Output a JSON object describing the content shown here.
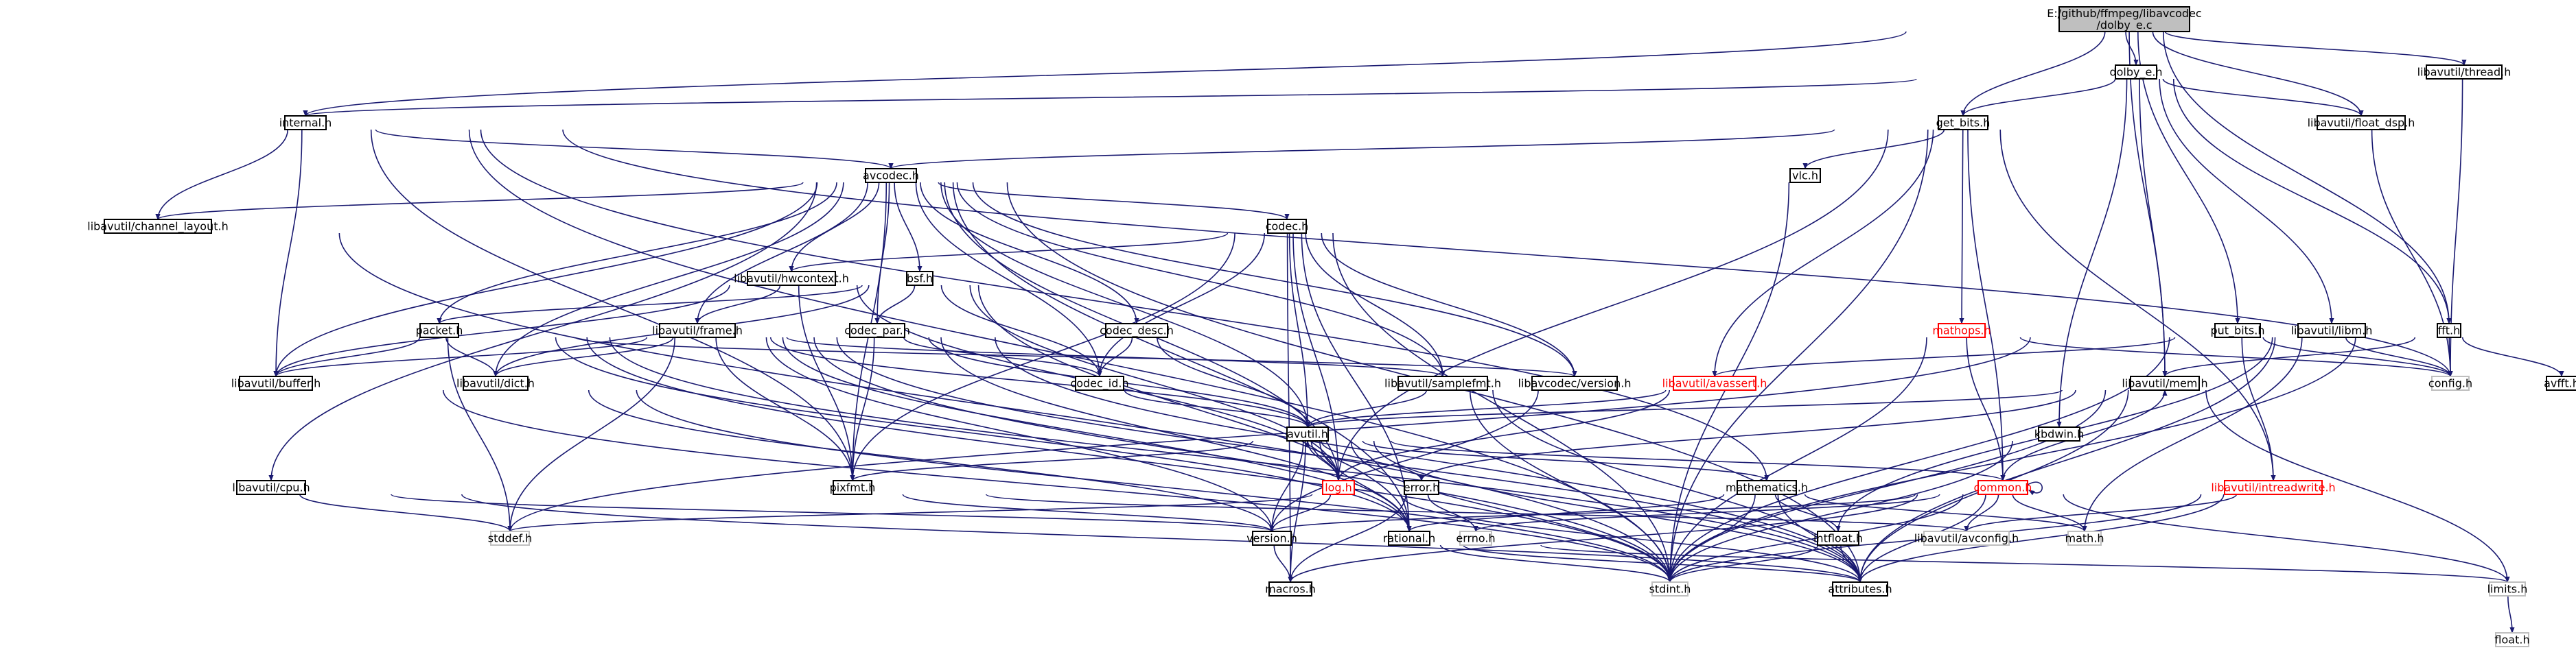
{
  "colors": {
    "edge": "#191970",
    "node_border": "#000000",
    "root_fill": "#bfbfbf",
    "ext_border": "#bfbfbf",
    "red_border": "#ff0000",
    "red_text": "#ff0000",
    "text": "#000000"
  },
  "nodes": [
    {
      "id": "root",
      "label": "E:/github/ffmpeg/libavcodec\n/dolby_e.c",
      "kind": "root"
    },
    {
      "id": "dolby_e_h",
      "label": "dolby_e.h",
      "kind": "normal"
    },
    {
      "id": "thread_h",
      "label": "libavutil/thread.h",
      "kind": "normal"
    },
    {
      "id": "internal_h",
      "label": "internal.h",
      "kind": "normal"
    },
    {
      "id": "get_bits_h",
      "label": "get_bits.h",
      "kind": "normal"
    },
    {
      "id": "float_dsp_h",
      "label": "libavutil/float_dsp.h",
      "kind": "normal"
    },
    {
      "id": "avcodec_h",
      "label": "avcodec.h",
      "kind": "normal"
    },
    {
      "id": "vlc_h",
      "label": "vlc.h",
      "kind": "normal"
    },
    {
      "id": "channel_layout_h",
      "label": "libavutil/channel_layout.h",
      "kind": "normal"
    },
    {
      "id": "codec_h",
      "label": "codec.h",
      "kind": "normal"
    },
    {
      "id": "hwcontext_h",
      "label": "libavutil/hwcontext.h",
      "kind": "normal"
    },
    {
      "id": "bsf_h",
      "label": "bsf.h",
      "kind": "normal"
    },
    {
      "id": "packet_h",
      "label": "packet.h",
      "kind": "normal"
    },
    {
      "id": "frame_h",
      "label": "libavutil/frame.h",
      "kind": "normal"
    },
    {
      "id": "codec_par_h",
      "label": "codec_par.h",
      "kind": "normal"
    },
    {
      "id": "codec_desc_h",
      "label": "codec_desc.h",
      "kind": "normal"
    },
    {
      "id": "mathops_h",
      "label": "mathops.h",
      "kind": "red"
    },
    {
      "id": "put_bits_h",
      "label": "put_bits.h",
      "kind": "normal"
    },
    {
      "id": "libm_h",
      "label": "libavutil/libm.h",
      "kind": "normal"
    },
    {
      "id": "fft_h",
      "label": "fft.h",
      "kind": "normal"
    },
    {
      "id": "buffer_h",
      "label": "libavutil/buffer.h",
      "kind": "normal"
    },
    {
      "id": "dict_h",
      "label": "libavutil/dict.h",
      "kind": "normal"
    },
    {
      "id": "codec_id_h",
      "label": "codec_id.h",
      "kind": "normal"
    },
    {
      "id": "samplefmt_h",
      "label": "libavutil/samplefmt.h",
      "kind": "normal"
    },
    {
      "id": "lavc_version_h",
      "label": "libavcodec/version.h",
      "kind": "normal"
    },
    {
      "id": "avassert_h",
      "label": "libavutil/avassert.h",
      "kind": "red"
    },
    {
      "id": "mem_h",
      "label": "libavutil/mem.h",
      "kind": "normal"
    },
    {
      "id": "config_h",
      "label": "config.h",
      "kind": "ext"
    },
    {
      "id": "avfft_h",
      "label": "avfft.h",
      "kind": "normal"
    },
    {
      "id": "avutil_h",
      "label": "avutil.h",
      "kind": "normal"
    },
    {
      "id": "kbdwin_h",
      "label": "kbdwin.h",
      "kind": "normal"
    },
    {
      "id": "cpu_h",
      "label": "libavutil/cpu.h",
      "kind": "normal"
    },
    {
      "id": "pixfmt_h",
      "label": "pixfmt.h",
      "kind": "normal"
    },
    {
      "id": "log_h",
      "label": "log.h",
      "kind": "red"
    },
    {
      "id": "error_h",
      "label": "error.h",
      "kind": "normal"
    },
    {
      "id": "mathematics_h",
      "label": "mathematics.h",
      "kind": "normal"
    },
    {
      "id": "common_h",
      "label": "common.h",
      "kind": "red"
    },
    {
      "id": "intreadwrite_h",
      "label": "libavutil/intreadwrite.h",
      "kind": "red"
    },
    {
      "id": "stddef_h",
      "label": "stddef.h",
      "kind": "ext"
    },
    {
      "id": "version_h",
      "label": "version.h",
      "kind": "normal"
    },
    {
      "id": "rational_h",
      "label": "rational.h",
      "kind": "normal"
    },
    {
      "id": "errno_h",
      "label": "errno.h",
      "kind": "ext"
    },
    {
      "id": "intfloat_h",
      "label": "intfloat.h",
      "kind": "normal"
    },
    {
      "id": "avconfig_h",
      "label": "libavutil/avconfig.h",
      "kind": "ext"
    },
    {
      "id": "math_h",
      "label": "math.h",
      "kind": "ext"
    },
    {
      "id": "macros_h",
      "label": "macros.h",
      "kind": "normal"
    },
    {
      "id": "stdint_h",
      "label": "stdint.h",
      "kind": "ext"
    },
    {
      "id": "attributes_h",
      "label": "attributes.h",
      "kind": "normal"
    },
    {
      "id": "limits_h",
      "label": "limits.h",
      "kind": "ext"
    },
    {
      "id": "float_h",
      "label": "float.h",
      "kind": "ext"
    }
  ],
  "edges": [
    [
      "root",
      "dolby_e_h"
    ],
    [
      "root",
      "thread_h"
    ],
    [
      "root",
      "internal_h"
    ],
    [
      "root",
      "get_bits_h"
    ],
    [
      "root",
      "float_dsp_h"
    ],
    [
      "root",
      "put_bits_h"
    ],
    [
      "root",
      "fft_h"
    ],
    [
      "root",
      "mem_h"
    ],
    [
      "dolby_e_h",
      "internal_h"
    ],
    [
      "dolby_e_h",
      "get_bits_h"
    ],
    [
      "dolby_e_h",
      "float_dsp_h"
    ],
    [
      "dolby_e_h",
      "libm_h"
    ],
    [
      "dolby_e_h",
      "fft_h"
    ],
    [
      "dolby_e_h",
      "kbdwin_h"
    ],
    [
      "dolby_e_h",
      "mem_h"
    ],
    [
      "thread_h",
      "config_h"
    ],
    [
      "internal_h",
      "avcodec_h"
    ],
    [
      "internal_h",
      "channel_layout_h"
    ],
    [
      "internal_h",
      "buffer_h"
    ],
    [
      "internal_h",
      "pixfmt_h"
    ],
    [
      "internal_h",
      "stdint_h"
    ],
    [
      "internal_h",
      "config_h"
    ],
    [
      "internal_h",
      "mathematics_h"
    ],
    [
      "get_bits_h",
      "avcodec_h"
    ],
    [
      "get_bits_h",
      "vlc_h"
    ],
    [
      "get_bits_h",
      "mathops_h"
    ],
    [
      "get_bits_h",
      "avassert_h"
    ],
    [
      "get_bits_h",
      "common_h"
    ],
    [
      "get_bits_h",
      "intreadwrite_h"
    ],
    [
      "get_bits_h",
      "log_h"
    ],
    [
      "get_bits_h",
      "stdint_h"
    ],
    [
      "float_dsp_h",
      "config_h"
    ],
    [
      "avcodec_h",
      "channel_layout_h"
    ],
    [
      "avcodec_h",
      "codec_h"
    ],
    [
      "avcodec_h",
      "hwcontext_h"
    ],
    [
      "avcodec_h",
      "bsf_h"
    ],
    [
      "avcodec_h",
      "packet_h"
    ],
    [
      "avcodec_h",
      "frame_h"
    ],
    [
      "avcodec_h",
      "codec_par_h"
    ],
    [
      "avcodec_h",
      "codec_desc_h"
    ],
    [
      "avcodec_h",
      "buffer_h"
    ],
    [
      "avcodec_h",
      "dict_h"
    ],
    [
      "avcodec_h",
      "codec_id_h"
    ],
    [
      "avcodec_h",
      "samplefmt_h"
    ],
    [
      "avcodec_h",
      "lavc_version_h"
    ],
    [
      "avcodec_h",
      "avutil_h"
    ],
    [
      "avcodec_h",
      "cpu_h"
    ],
    [
      "avcodec_h",
      "pixfmt_h"
    ],
    [
      "avcodec_h",
      "log_h"
    ],
    [
      "avcodec_h",
      "rational_h"
    ],
    [
      "avcodec_h",
      "attributes_h"
    ],
    [
      "vlc_h",
      "stdint_h"
    ],
    [
      "channel_layout_h",
      "stdint_h"
    ],
    [
      "codec_h",
      "hwcontext_h"
    ],
    [
      "codec_h",
      "codec_id_h"
    ],
    [
      "codec_h",
      "samplefmt_h"
    ],
    [
      "codec_h",
      "lavc_version_h"
    ],
    [
      "codec_h",
      "avutil_h"
    ],
    [
      "codec_h",
      "pixfmt_h"
    ],
    [
      "codec_h",
      "log_h"
    ],
    [
      "codec_h",
      "rational_h"
    ],
    [
      "codec_h",
      "macros_h"
    ],
    [
      "codec_h",
      "stdint_h"
    ],
    [
      "hwcontext_h",
      "buffer_h"
    ],
    [
      "hwcontext_h",
      "frame_h"
    ],
    [
      "hwcontext_h",
      "pixfmt_h"
    ],
    [
      "hwcontext_h",
      "log_h"
    ],
    [
      "bsf_h",
      "packet_h"
    ],
    [
      "bsf_h",
      "codec_par_h"
    ],
    [
      "bsf_h",
      "codec_id_h"
    ],
    [
      "bsf_h",
      "dict_h"
    ],
    [
      "bsf_h",
      "log_h"
    ],
    [
      "bsf_h",
      "rational_h"
    ],
    [
      "packet_h",
      "buffer_h"
    ],
    [
      "packet_h",
      "dict_h"
    ],
    [
      "packet_h",
      "lavc_version_h"
    ],
    [
      "packet_h",
      "attributes_h"
    ],
    [
      "packet_h",
      "stddef_h"
    ],
    [
      "packet_h",
      "stdint_h"
    ],
    [
      "packet_h",
      "rational_h"
    ],
    [
      "frame_h",
      "buffer_h"
    ],
    [
      "frame_h",
      "dict_h"
    ],
    [
      "frame_h",
      "samplefmt_h"
    ],
    [
      "frame_h",
      "avutil_h"
    ],
    [
      "frame_h",
      "pixfmt_h"
    ],
    [
      "frame_h",
      "rational_h"
    ],
    [
      "frame_h",
      "stddef_h"
    ],
    [
      "frame_h",
      "stdint_h"
    ],
    [
      "frame_h",
      "version_h"
    ],
    [
      "frame_h",
      "attributes_h"
    ],
    [
      "codec_par_h",
      "codec_id_h"
    ],
    [
      "codec_par_h",
      "avutil_h"
    ],
    [
      "codec_par_h",
      "pixfmt_h"
    ],
    [
      "codec_par_h",
      "rational_h"
    ],
    [
      "codec_par_h",
      "attributes_h"
    ],
    [
      "codec_desc_h",
      "codec_id_h"
    ],
    [
      "codec_desc_h",
      "avutil_h"
    ],
    [
      "mathops_h",
      "config_h"
    ],
    [
      "mathops_h",
      "common_h"
    ],
    [
      "mathops_h",
      "stdint_h"
    ],
    [
      "put_bits_h",
      "avassert_h"
    ],
    [
      "put_bits_h",
      "config_h"
    ],
    [
      "put_bits_h",
      "intreadwrite_h"
    ],
    [
      "put_bits_h",
      "stdint_h"
    ],
    [
      "put_bits_h",
      "stddef_h"
    ],
    [
      "libm_h",
      "config_h"
    ],
    [
      "libm_h",
      "intfloat_h"
    ],
    [
      "libm_h",
      "math_h"
    ],
    [
      "libm_h",
      "attributes_h"
    ],
    [
      "fft_h",
      "config_h"
    ],
    [
      "fft_h",
      "avfft_h"
    ],
    [
      "fft_h",
      "mem_h"
    ],
    [
      "fft_h",
      "stdint_h"
    ],
    [
      "buffer_h",
      "stdint_h"
    ],
    [
      "dict_h",
      "stdint_h"
    ],
    [
      "dict_h",
      "version_h"
    ],
    [
      "codec_id_h",
      "avutil_h"
    ],
    [
      "samplefmt_h",
      "avutil_h"
    ],
    [
      "samplefmt_h",
      "attributes_h"
    ],
    [
      "samplefmt_h",
      "stdint_h"
    ],
    [
      "lavc_version_h",
      "version_h"
    ],
    [
      "avassert_h",
      "avutil_h"
    ],
    [
      "avassert_h",
      "log_h"
    ],
    [
      "mem_h",
      "avutil_h"
    ],
    [
      "mem_h",
      "error_h"
    ],
    [
      "mem_h",
      "attributes_h"
    ],
    [
      "mem_h",
      "limits_h"
    ],
    [
      "mem_h",
      "stdint_h"
    ],
    [
      "avutil_h",
      "pixfmt_h"
    ],
    [
      "avutil_h",
      "log_h"
    ],
    [
      "avutil_h",
      "error_h"
    ],
    [
      "avutil_h",
      "mathematics_h"
    ],
    [
      "avutil_h",
      "common_h"
    ],
    [
      "avutil_h",
      "version_h"
    ],
    [
      "avutil_h",
      "rational_h"
    ],
    [
      "avutil_h",
      "macros_h"
    ],
    [
      "avutil_h",
      "stdint_h"
    ],
    [
      "avutil_h",
      "attributes_h"
    ],
    [
      "kbdwin_h",
      "stdint_h"
    ],
    [
      "cpu_h",
      "stddef_h"
    ],
    [
      "cpu_h",
      "attributes_h"
    ],
    [
      "cpu_h",
      "version_h"
    ],
    [
      "pixfmt_h",
      "avconfig_h"
    ],
    [
      "pixfmt_h",
      "version_h"
    ],
    [
      "log_h",
      "avutil_h"
    ],
    [
      "log_h",
      "attributes_h"
    ],
    [
      "log_h",
      "version_h"
    ],
    [
      "error_h",
      "errno_h"
    ],
    [
      "error_h",
      "stddef_h"
    ],
    [
      "error_h",
      "macros_h"
    ],
    [
      "mathematics_h",
      "stdint_h"
    ],
    [
      "mathematics_h",
      "math_h"
    ],
    [
      "mathematics_h",
      "attributes_h"
    ],
    [
      "mathematics_h",
      "rational_h"
    ],
    [
      "mathematics_h",
      "intfloat_h"
    ],
    [
      "common_h",
      "errno_h"
    ],
    [
      "common_h",
      "stdint_h"
    ],
    [
      "common_h",
      "limits_h"
    ],
    [
      "common_h",
      "math_h"
    ],
    [
      "common_h",
      "attributes_h"
    ],
    [
      "common_h",
      "macros_h"
    ],
    [
      "common_h",
      "version_h"
    ],
    [
      "common_h",
      "avconfig_h"
    ],
    [
      "common_h",
      "mem_h"
    ],
    [
      "common_h",
      "common_h"
    ],
    [
      "intreadwrite_h",
      "avconfig_h"
    ],
    [
      "intreadwrite_h",
      "attributes_h"
    ],
    [
      "intreadwrite_h",
      "stdint_h"
    ],
    [
      "version_h",
      "macros_h"
    ],
    [
      "rational_h",
      "attributes_h"
    ],
    [
      "rational_h",
      "stdint_h"
    ],
    [
      "rational_h",
      "limits_h"
    ],
    [
      "intfloat_h",
      "attributes_h"
    ],
    [
      "intfloat_h",
      "stdint_h"
    ],
    [
      "limits_h",
      "float_h"
    ]
  ]
}
